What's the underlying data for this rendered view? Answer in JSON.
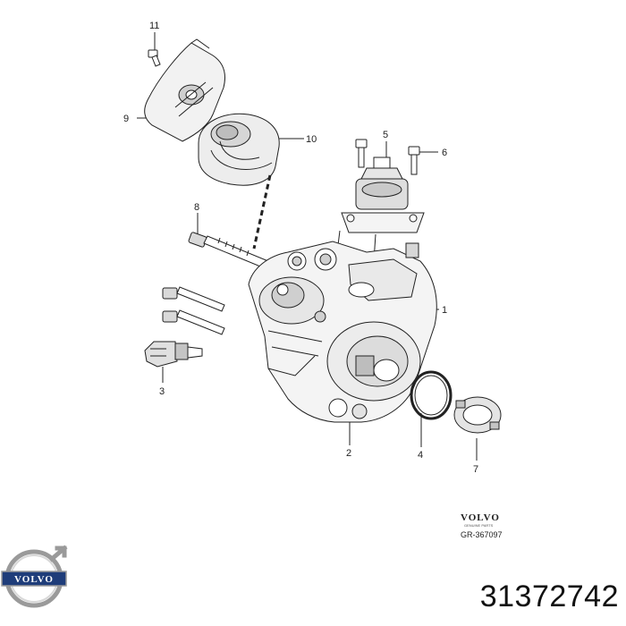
{
  "diagram": {
    "callouts": [
      "1",
      "2",
      "3",
      "4",
      "5",
      "6",
      "7",
      "8",
      "9",
      "10",
      "11"
    ]
  },
  "brand": {
    "name": "VOLVO",
    "sub": "GENUINE PARTS",
    "drawing_number": "GR-367097",
    "logo_text": "VOLVO"
  },
  "part_number": "31372742",
  "colors": {
    "line": "#222222",
    "shade": "#bdbdbd",
    "light": "#e9e9e9",
    "logo_blue": "#1f3d7a",
    "logo_chrome": "#9a9a9a"
  }
}
